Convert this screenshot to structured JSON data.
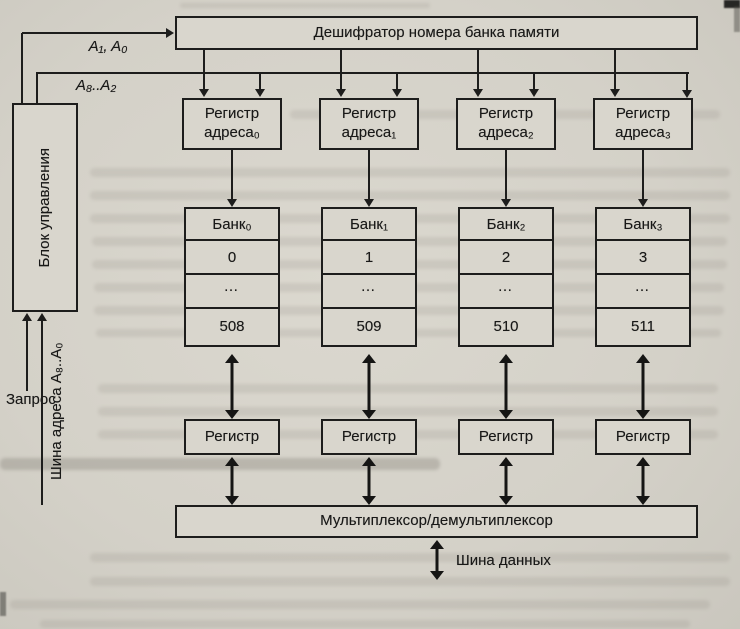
{
  "style": {
    "paper_color": "#d5d2c9",
    "ink_color": "#1d1d1c"
  },
  "diagram": {
    "decoder": "Дешифратор номера банка памяти",
    "control_unit": "Блок управления",
    "label_a1a0": "A₁, A₀",
    "label_a8a2": "A₈..A₂",
    "request": "Запрос",
    "address_bus": "Шина адреса A₈..A₀",
    "mux": "Мультиплексор/демультиплексор",
    "data_bus": "Шина данных",
    "columns": [
      {
        "addr_reg_line1": "Регистр",
        "addr_reg_line2": "адреса₀",
        "bank_title": "Банк₀",
        "cell_top": "0",
        "cell_dots": "…",
        "cell_bottom": "508",
        "reg_label": "Регистр"
      },
      {
        "addr_reg_line1": "Регистр",
        "addr_reg_line2": "адреса₁",
        "bank_title": "Банк₁",
        "cell_top": "1",
        "cell_dots": "…",
        "cell_bottom": "509",
        "reg_label": "Регистр"
      },
      {
        "addr_reg_line1": "Регистр",
        "addr_reg_line2": "адреса₂",
        "bank_title": "Банк₂",
        "cell_top": "2",
        "cell_dots": "…",
        "cell_bottom": "510",
        "reg_label": "Регистр"
      },
      {
        "addr_reg_line1": "Регистр",
        "addr_reg_line2": "адреса₃",
        "bank_title": "Банк₃",
        "cell_top": "3",
        "cell_dots": "…",
        "cell_bottom": "511",
        "reg_label": "Регистр"
      }
    ]
  }
}
